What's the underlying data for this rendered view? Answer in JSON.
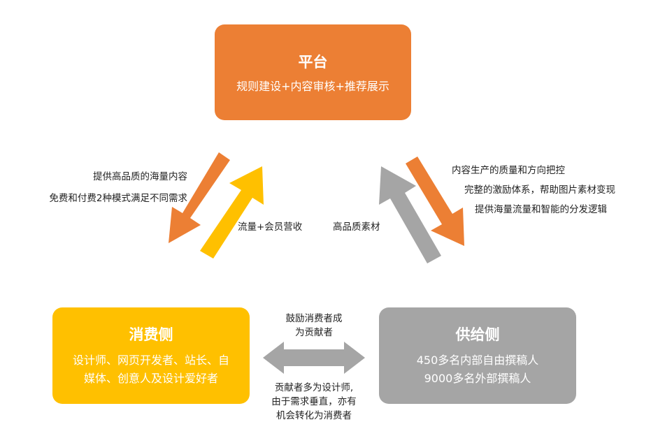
{
  "colors": {
    "orange": "#EC7F34",
    "yellow": "#FFC000",
    "gray": "#A5A5A5",
    "text": "#222222",
    "box_text": "#FFFFFF"
  },
  "platform": {
    "title": "平台",
    "desc": "规则建设+内容审核+推荐展示"
  },
  "consumer": {
    "title": "消费侧",
    "desc_line1": "设计师、网页开发者、站长、自",
    "desc_line2": "媒体、创意人及设计爱好者"
  },
  "supplier": {
    "title": "供给侧",
    "desc_line1": "450多名内部自由撰稿人",
    "desc_line2": "9000多名外部撰稿人"
  },
  "labels": {
    "to_consumer_1": "提供高品质的海量内容",
    "to_consumer_2": "免费和付费2种模式满足不同需求",
    "from_consumer": "流量+会员营收",
    "from_supplier": "高品质素材",
    "to_supplier_1": "内容生产的质量和方向把控",
    "to_supplier_2": "完整的激励体系，帮助图片素材变现",
    "to_supplier_3": "提供海量流量和智能的分发逻辑",
    "exchange_top_1": "鼓励消费者成",
    "exchange_top_2": "为贡献者",
    "exchange_bottom_1": "贡献者多为设计师,",
    "exchange_bottom_2": "由于需求垂直，亦有",
    "exchange_bottom_3": "机会转化为消费者"
  }
}
